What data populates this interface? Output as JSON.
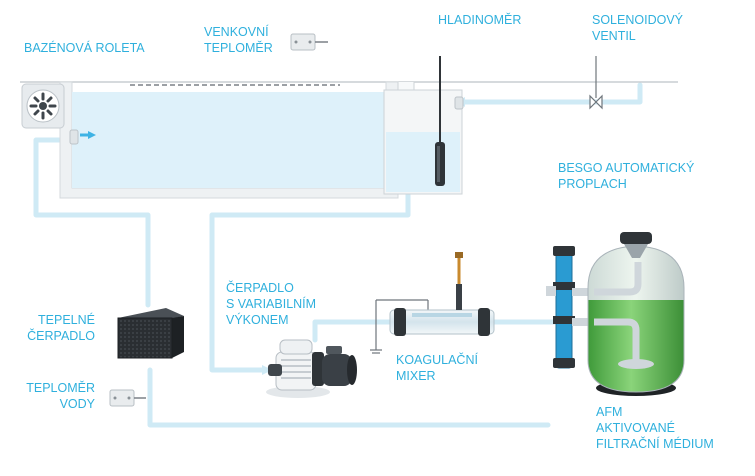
{
  "labels": {
    "pool_cover": [
      "BAZÉNOVÁ ROLETA"
    ],
    "outdoor_thermometer": [
      "VENKOVNÍ",
      "TEPLOMĚR"
    ],
    "level_sensor": [
      "HLADINOMĚR"
    ],
    "solenoid_valve": [
      "SOLENOIDOVÝ",
      "VENTIL"
    ],
    "auto_backwash": [
      "BESGO AUTOMATICKÝ",
      "PROPLACH"
    ],
    "heat_pump": [
      "TEPELNÉ",
      "ČERPADLO"
    ],
    "variable_pump": [
      "ČERPADLO",
      "S VARIABILNÍM",
      "VÝKONEM"
    ],
    "coagulation_mixer": [
      "KOAGULAČNÍ",
      "MIXER"
    ],
    "water_thermometer": [
      "TEPLOMĚR",
      "VODY"
    ],
    "afm_media": [
      "AFM",
      "AKTIVOVANÉ",
      "FILTRAČNÍ MÉDIUM"
    ]
  },
  "colors": {
    "label": "#2fb0dd",
    "pipe": "#cfeaf5",
    "water": "#def1fa",
    "filter_green": "#6cc45a",
    "valve_blue": "#2a9bd2",
    "device_dark": "#2b2f33"
  },
  "icons": [
    "roller-cover-icon",
    "thermometer-sensor-icon",
    "level-probe-icon",
    "solenoid-valve-icon",
    "heat-pump-icon",
    "pump-icon",
    "mixer-tube-icon",
    "sand-filter-icon"
  ]
}
